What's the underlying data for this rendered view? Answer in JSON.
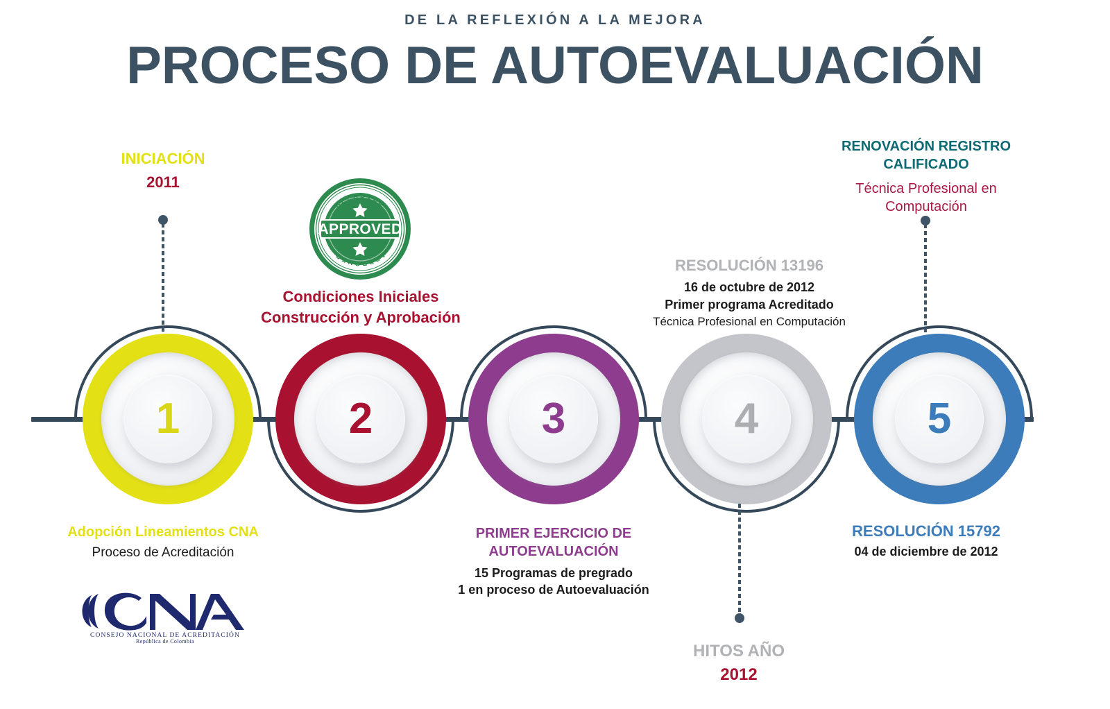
{
  "header": {
    "eyebrow": "DE LA REFLEXIÓN A LA MEJORA",
    "title": "PROCESO DE AUTOEVALUACIÓN"
  },
  "colors": {
    "dark_navy": "#35495b",
    "node1": "#e3e015",
    "node2": "#a81230",
    "node3": "#8e3d8e",
    "node4": "#c3c5ca",
    "node5": "#3c7cba",
    "teal": "#0d6a73",
    "crimson": "#a81a44",
    "gray_label": "#b0b2b6"
  },
  "nodes": [
    {
      "number": "1",
      "color": "#e3e015",
      "arc": "top",
      "top": {
        "title": "INICIACIÓN",
        "title_color": "#e3e015",
        "value": "2011",
        "value_color": "#a81230"
      },
      "bottom": {
        "title": "Adopción Lineamientos CNA",
        "title_color": "#e3e015",
        "subtitle": "Proceso de Acreditación",
        "subtitle_color": "#1c1c1c"
      },
      "logo": {
        "name": "cna-logo",
        "mark": "CNA",
        "line1": "CONSEJO NACIONAL DE ACREDITACIÓN",
        "line2": "República de Colombia",
        "color": "#1f2a6e"
      }
    },
    {
      "number": "2",
      "color": "#a81230",
      "arc": "bottom",
      "top": {
        "badge": "approved-badge",
        "badge_label": "APPROVED",
        "badge_color": "#2e8b4f",
        "caption_line1": "Condiciones Iniciales",
        "caption_line2": "Construcción y Aprobación",
        "caption_color": "#a81230"
      }
    },
    {
      "number": "3",
      "color": "#8e3d8e",
      "arc": "top",
      "bottom": {
        "title_line1": "PRIMER EJERCICIO DE",
        "title_line2": "AUTOEVALUACIÓN",
        "title_color": "#8e3d8e",
        "detail_line1": "15 Programas de pregrado",
        "detail_line2": "1 en proceso de Autoevaluación",
        "detail_color": "#1c1c1c"
      }
    },
    {
      "number": "4",
      "color": "#c3c5ca",
      "arc": "bottom",
      "top": {
        "title": "RESOLUCIÓN 13196",
        "title_color": "#b0b2b6",
        "detail_line1": "16 de octubre de 2012",
        "detail_line2": "Primer programa Acreditado",
        "detail_line3": "Técnica Profesional en Computación",
        "detail_color": "#1c1c1c"
      },
      "bottom": {
        "title": "HITOS AÑO",
        "title_color": "#b0b2b6",
        "value": "2012",
        "value_color": "#a81230"
      }
    },
    {
      "number": "5",
      "color": "#3c7cba",
      "arc": "top",
      "top": {
        "title_line1": "RENOVACIÓN REGISTRO",
        "title_line2": "CALIFICADO",
        "title_color": "#0d6a73",
        "subtitle_line1": "Técnica Profesional en",
        "subtitle_line2": "Computación",
        "subtitle_color": "#a81a44"
      },
      "bottom": {
        "title": "RESOLUCIÓN 15792",
        "title_color": "#3c7cba",
        "detail": "04 de diciembre de 2012",
        "detail_color": "#1c1c1c"
      }
    }
  ]
}
